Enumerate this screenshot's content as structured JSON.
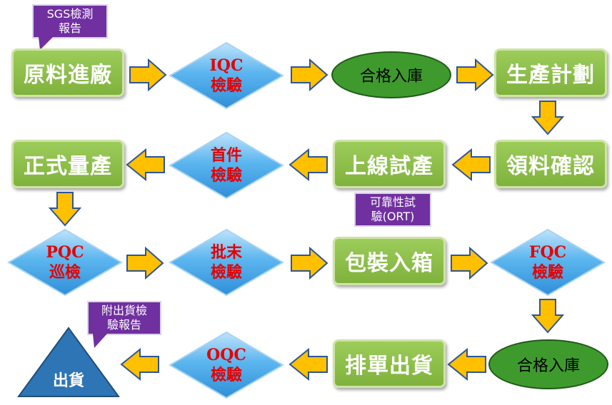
{
  "nodes": {
    "raw_material_in": "原料進廠",
    "iqc": [
      "IQC",
      "檢驗"
    ],
    "stock_in_1": "合格入庫",
    "production_plan": "生產計劃",
    "material_confirm": "領料確認",
    "line_production": "上線試產",
    "first_article": [
      "首件",
      "檢驗"
    ],
    "mass_production": "正式量產",
    "pqc": [
      "PQC",
      "巡檢"
    ],
    "end_batch": [
      "批末",
      "檢驗"
    ],
    "packing": "包裝入箱",
    "fqc": [
      "FQC",
      "檢驗"
    ],
    "stock_in_2": "合格入庫",
    "ship_order": "排單出貨",
    "oqc": [
      "OQC",
      "檢驗"
    ],
    "shipping": "出貨"
  },
  "callouts": {
    "sgs": [
      "SGS檢測",
      "報告"
    ],
    "ort": [
      "可靠性試",
      "驗(ORT)"
    ],
    "shipping_report": [
      "附出貨檢",
      "驗報告"
    ]
  },
  "colors": {
    "box_green": "#8cc04b",
    "diamond_blue": "#3aa0e8",
    "diamond_text_red": "#e60000",
    "ellipse_green": "#3f9a2e",
    "arrow_yellow": "#ffc000",
    "arrow_border": "#2e5597",
    "callout_purple": "#7030a0",
    "triangle_blue": "#2e75b6"
  }
}
